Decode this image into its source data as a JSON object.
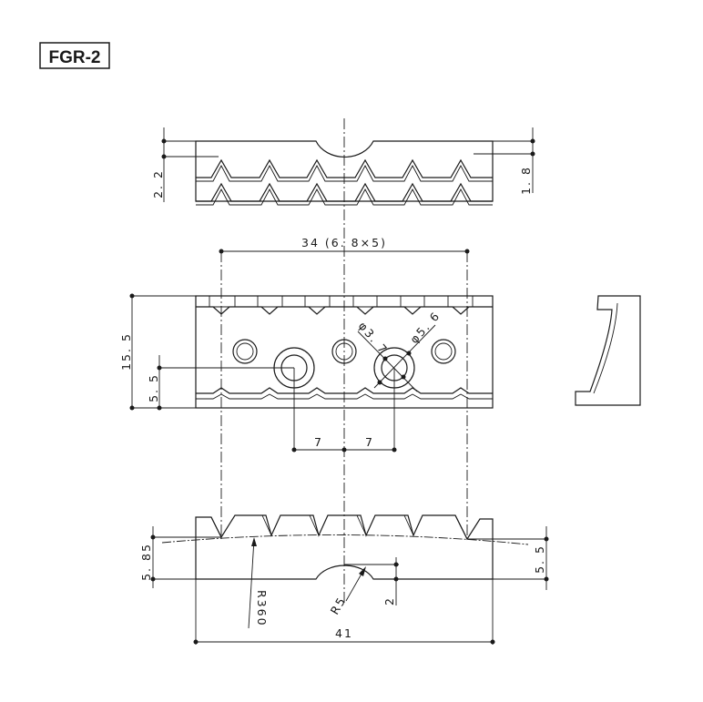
{
  "title": "FGR-2",
  "dimensions": {
    "top_left_height": "2. 2",
    "top_right_height": "1. 8",
    "pitch": "34 (6. 8×5)",
    "overall_height": "15. 5",
    "hole_height": "5. 5",
    "hole_dia_small": "φ3. 7",
    "hole_dia_large": "φ5. 6",
    "left_offset": "7",
    "right_offset": "7",
    "bottom_left_height": "5. 85",
    "bottom_right_height": "5. 5",
    "large_radius": "R360",
    "small_radius": "R5",
    "notch_depth": "2",
    "overall_width": "41"
  }
}
